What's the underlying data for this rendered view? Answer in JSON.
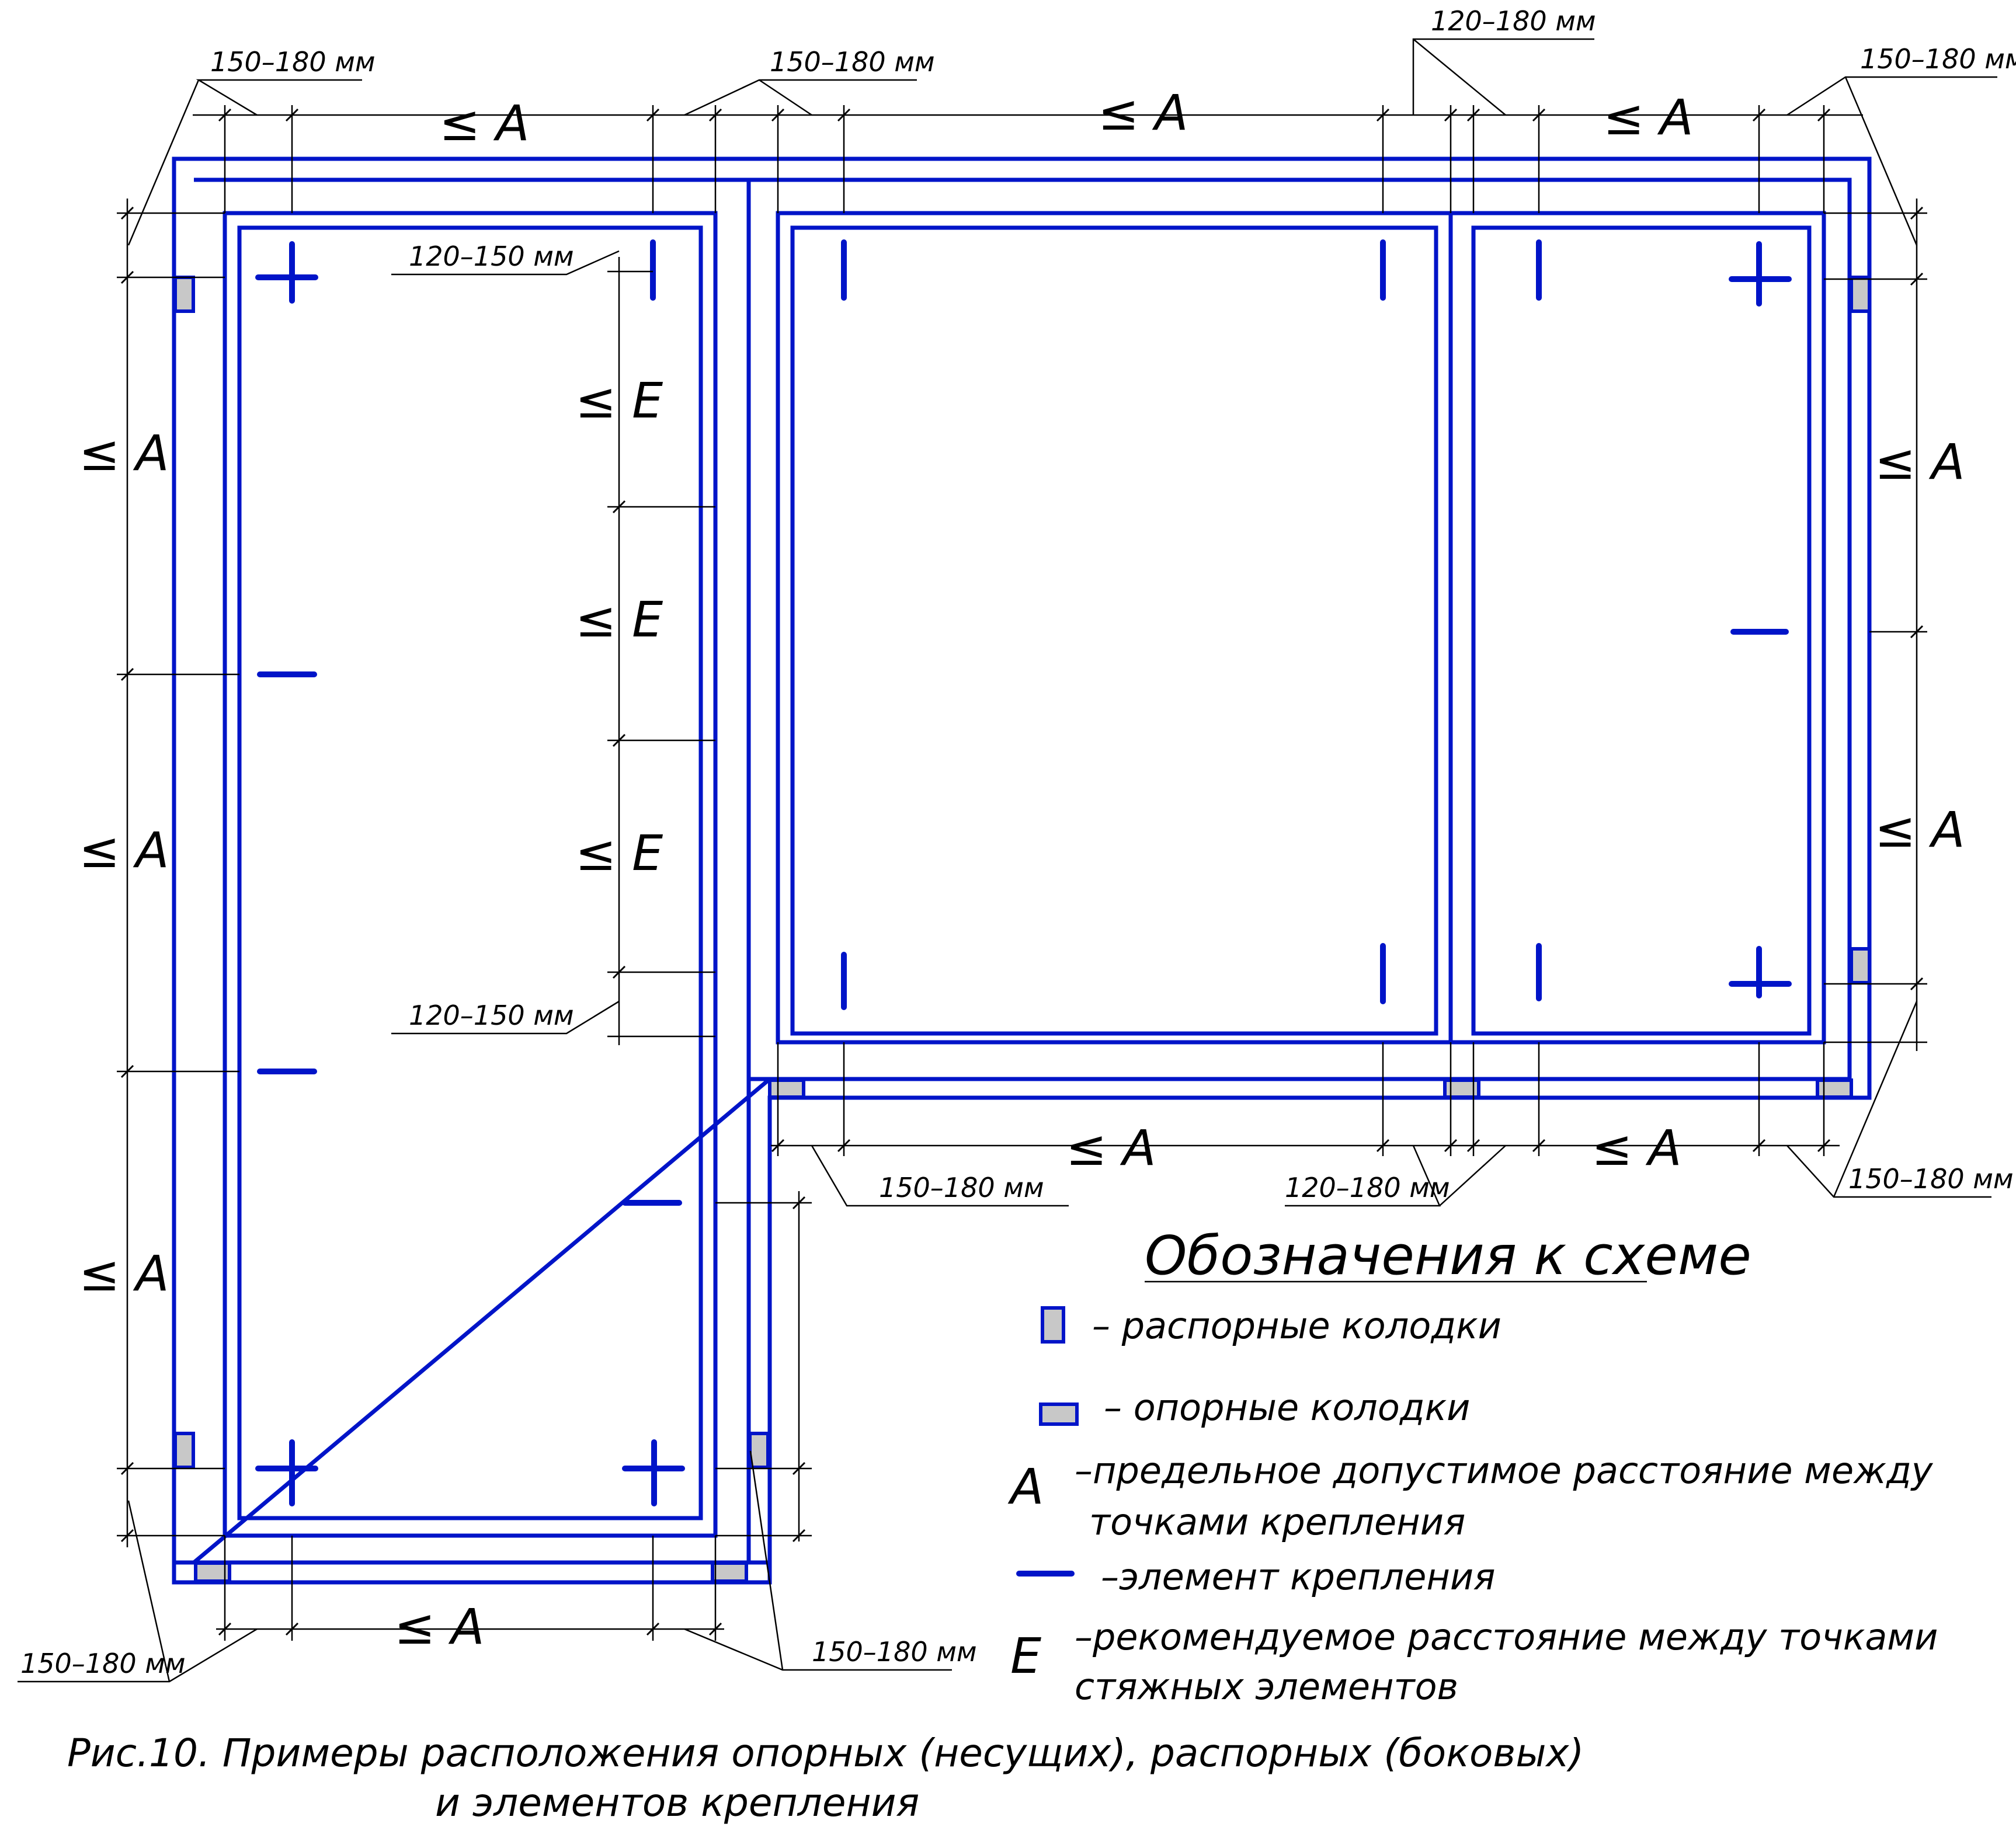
{
  "dimensions": {
    "gap_150_180": "150–180 мм",
    "gap_120_180": "120–180 мм",
    "gap_120_150": "120–150 мм",
    "max_a": "≤ A",
    "max_e": "≤ E"
  },
  "legend": {
    "title": "Обозначения к схеме",
    "lateral_blocks": "– распорные колодки",
    "support_blocks": "– опорные колодки",
    "a_symbol": "A",
    "a_line1": "–предельное допустимое расстояние между",
    "a_line2": "точками крепления",
    "fastener": "–элемент крепления",
    "e_symbol": "E",
    "e_line1": "–рекомендуемое расстояние между точками",
    "e_line2": "стяжных элементов"
  },
  "caption": {
    "line1": "Рис.10. Примеры расположения опорных (несущих), распорных (боковых)",
    "line2": "и элементов крепления"
  },
  "colors": {
    "frame": "#0014c8",
    "block_fill": "#c8c8c8",
    "lines": "#000000"
  }
}
